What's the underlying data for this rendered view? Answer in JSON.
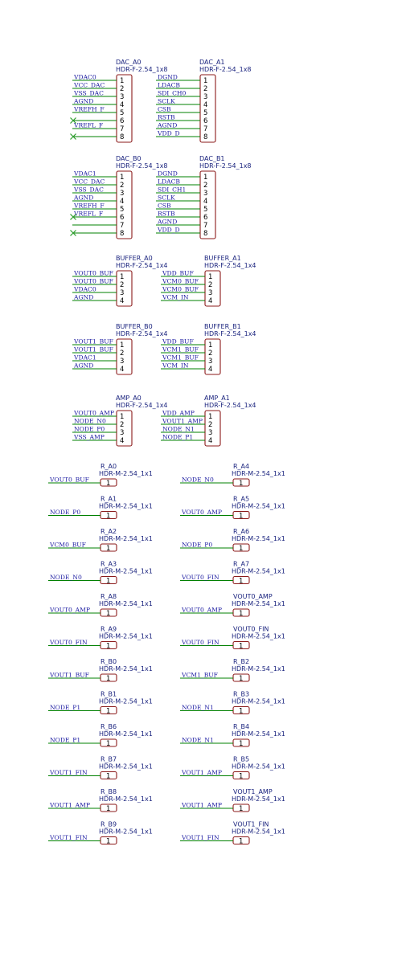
{
  "colors": {
    "body_outline": "#8b1a1a",
    "wire": "#008000",
    "net_label": "#1a1aa0",
    "ref_text": "#1a237e",
    "pin_number": "#000000",
    "no_connect": "#2e9e2e"
  },
  "headers": [
    {
      "ref": "DAC_A0",
      "value": "HDR-F-2.54_1x8",
      "pins": [
        "1",
        "2",
        "3",
        "4",
        "5",
        "6",
        "7",
        "8"
      ],
      "nets": [
        "VDAC0",
        "VCC_DAC",
        "VSS_DAC",
        "AGND",
        "VREFH_F",
        "",
        "VREFL_F",
        ""
      ],
      "no_connect": [
        6,
        8
      ]
    },
    {
      "ref": "DAC_A1",
      "value": "HDR-F-2.54_1x8",
      "pins": [
        "1",
        "2",
        "3",
        "4",
        "5",
        "6",
        "7",
        "8"
      ],
      "nets": [
        "DGND",
        "LDACB",
        "SDI_CH0",
        "SCLK",
        "CSB",
        "RSTB",
        "AGND",
        "VDD_D"
      ],
      "no_connect": []
    },
    {
      "ref": "DAC_B0",
      "value": "HDR-F-2.54_1x8",
      "pins": [
        "1",
        "2",
        "3",
        "4",
        "5",
        "6",
        "7",
        "8"
      ],
      "nets": [
        "VDAC1",
        "VCC_DAC",
        "VSS_DAC",
        "AGND",
        "VREFH_F",
        "VREFL_F",
        "",
        ""
      ],
      "no_connect": [
        6,
        8
      ]
    },
    {
      "ref": "DAC_B1",
      "value": "HDR-F-2.54_1x8",
      "pins": [
        "1",
        "2",
        "3",
        "4",
        "5",
        "6",
        "7",
        "8"
      ],
      "nets": [
        "DGND",
        "LDACB",
        "SDI_CH1",
        "SCLK",
        "CSB",
        "RSTB",
        "AGND",
        "VDD_D"
      ],
      "no_connect": []
    },
    {
      "ref": "BUFFER_A0",
      "value": "HDR-F-2.54_1x4",
      "pins": [
        "1",
        "2",
        "3",
        "4"
      ],
      "nets": [
        "VOUT0_BUF",
        "VOUT0_BUF",
        "VDAC0",
        "AGND"
      ],
      "no_connect": []
    },
    {
      "ref": "BUFFER_A1",
      "value": "HDR-F-2.54_1x4",
      "pins": [
        "1",
        "2",
        "3",
        "4"
      ],
      "nets": [
        "VDD_BUF",
        "VCM0_BUF",
        "VCM0_BUF",
        "VCM_IN"
      ],
      "no_connect": []
    },
    {
      "ref": "BUFFER_B0",
      "value": "HDR-F-2.54_1x4",
      "pins": [
        "1",
        "2",
        "3",
        "4"
      ],
      "nets": [
        "VOUT1_BUF",
        "VOUT1_BUF",
        "VDAC1",
        "AGND"
      ],
      "no_connect": []
    },
    {
      "ref": "BUFFER_B1",
      "value": "HDR-F-2.54_1x4",
      "pins": [
        "1",
        "2",
        "3",
        "4"
      ],
      "nets": [
        "VDD_BUF",
        "VCM1_BUF",
        "VCM1_BUF",
        "VCM_IN"
      ],
      "no_connect": []
    },
    {
      "ref": "AMP_A0",
      "value": "HDR-F-2.54_1x4",
      "pins": [
        "1",
        "2",
        "3",
        "4"
      ],
      "nets": [
        "VOUT0_AMP",
        "NODE_N0",
        "NODE_P0",
        "VSS_AMP"
      ],
      "no_connect": []
    },
    {
      "ref": "AMP_A1",
      "value": "HDR-F-2.54_1x4",
      "pins": [
        "1",
        "2",
        "3",
        "4"
      ],
      "nets": [
        "VDD_AMP",
        "VOUT1_AMP",
        "NODE_N1",
        "NODE_P1"
      ],
      "no_connect": []
    }
  ],
  "resistor_headers": [
    {
      "ref": "R_A0",
      "value": "HDR-M-2.54_1x1",
      "pin": "1",
      "net": "VOUT0_BUF"
    },
    {
      "ref": "R_A4",
      "value": "HDR-M-2.54_1x1",
      "pin": "1",
      "net": "NODE_N0"
    },
    {
      "ref": "R_A1",
      "value": "HDR-M-2.54_1x1",
      "pin": "1",
      "net": "NODE_P0"
    },
    {
      "ref": "R_A5",
      "value": "HDR-M-2.54_1x1",
      "pin": "1",
      "net": "VOUT0_AMP"
    },
    {
      "ref": "R_A2",
      "value": "HDR-M-2.54_1x1",
      "pin": "1",
      "net": "VCM0_BUF"
    },
    {
      "ref": "R_A6",
      "value": "HDR-M-2.54_1x1",
      "pin": "1",
      "net": "NODE_P0"
    },
    {
      "ref": "R_A3",
      "value": "HDR-M-2.54_1x1",
      "pin": "1",
      "net": "NODE_N0"
    },
    {
      "ref": "R_A7",
      "value": "HDR-M-2.54_1x1",
      "pin": "1",
      "net": "VOUT0_FIN"
    },
    {
      "ref": "R_A8",
      "value": "HDR-M-2.54_1x1",
      "pin": "1",
      "net": "VOUT0_AMP"
    },
    {
      "ref": "VOUT0_AMP",
      "value": "HDR-M-2.54_1x1",
      "pin": "1",
      "net": "VOUT0_AMP"
    },
    {
      "ref": "R_A9",
      "value": "HDR-M-2.54_1x1",
      "pin": "1",
      "net": "VOUT0_FIN"
    },
    {
      "ref": "VOUT0_FIN",
      "value": "HDR-M-2.54_1x1",
      "pin": "1",
      "net": "VOUT0_FIN"
    },
    {
      "ref": "R_B0",
      "value": "HDR-M-2.54_1x1",
      "pin": "1",
      "net": "VOUT1_BUF"
    },
    {
      "ref": "R_B2",
      "value": "HDR-M-2.54_1x1",
      "pin": "1",
      "net": "VCM1_BUF"
    },
    {
      "ref": "R_B1",
      "value": "HDR-M-2.54_1x1",
      "pin": "1",
      "net": "NODE_P1"
    },
    {
      "ref": "R_B3",
      "value": "HDR-M-2.54_1x1",
      "pin": "1",
      "net": "NODE_N1"
    },
    {
      "ref": "R_B6",
      "value": "HDR-M-2.54_1x1",
      "pin": "1",
      "net": "NODE_P1"
    },
    {
      "ref": "R_B4",
      "value": "HDR-M-2.54_1x1",
      "pin": "1",
      "net": "NODE_N1"
    },
    {
      "ref": "R_B7",
      "value": "HDR-M-2.54_1x1",
      "pin": "1",
      "net": "VOUT1_FIN"
    },
    {
      "ref": "R_B5",
      "value": "HDR-M-2.54_1x1",
      "pin": "1",
      "net": "VOUT1_AMP"
    },
    {
      "ref": "R_B8",
      "value": "HDR-M-2.54_1x1",
      "pin": "1",
      "net": "VOUT1_AMP"
    },
    {
      "ref": "VOUT1_AMP",
      "value": "HDR-M-2.54_1x1",
      "pin": "1",
      "net": "VOUT1_AMP"
    },
    {
      "ref": "R_B9",
      "value": "HDR-M-2.54_1x1",
      "pin": "1",
      "net": "VOUT1_FIN"
    },
    {
      "ref": "VOUT1_FIN",
      "value": "HDR-M-2.54_1x1",
      "pin": "1",
      "net": "VOUT1_FIN"
    }
  ]
}
